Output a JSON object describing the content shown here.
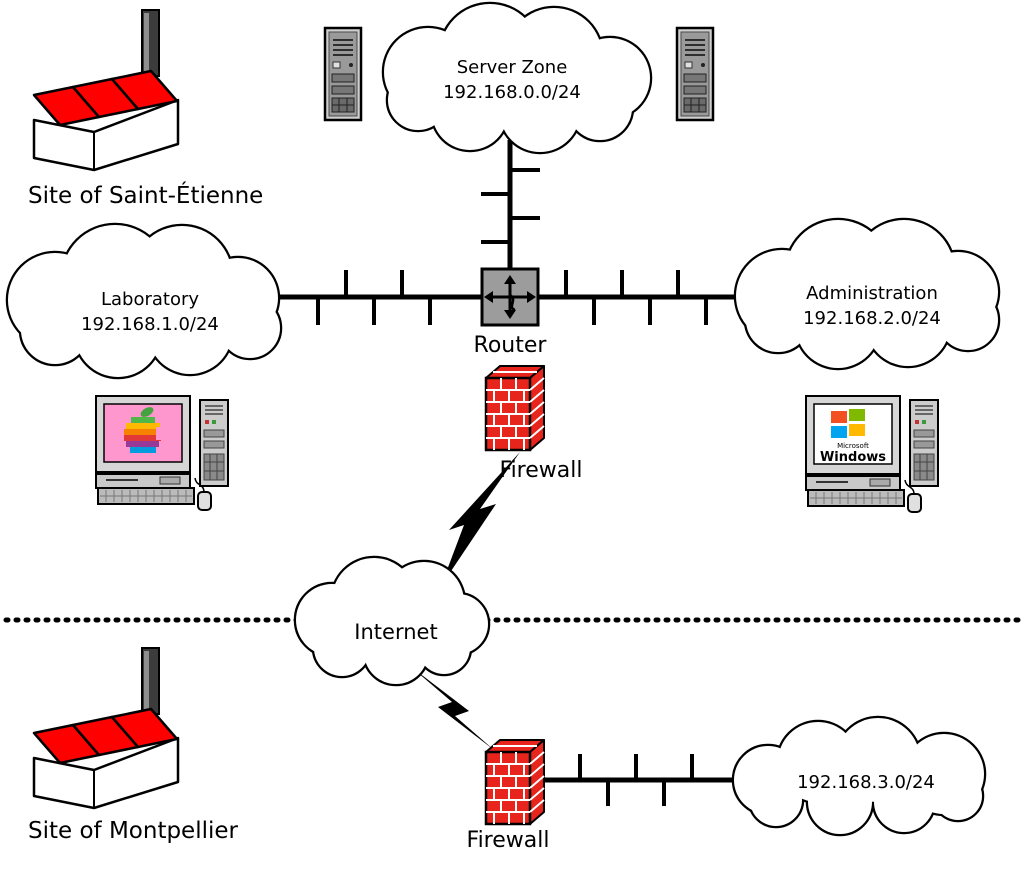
{
  "diagram": {
    "sites": {
      "saint_etienne": {
        "label": "Site of Saint-Étienne"
      },
      "montpellier": {
        "label": "Site of Montpellier"
      }
    },
    "networks": {
      "server_zone": {
        "name": "Server Zone",
        "subnet": "192.168.0.0/24"
      },
      "laboratory": {
        "name": "Laboratory",
        "subnet": "192.168.1.0/24"
      },
      "administration": {
        "name": "Administration",
        "subnet": "192.168.2.0/24"
      },
      "montpellier_lan": {
        "subnet": "192.168.3.0/24"
      },
      "internet": {
        "name": "Internet"
      }
    },
    "devices": {
      "router": {
        "label": "Router"
      },
      "firewall_saint_etienne": {
        "label": "Firewall"
      },
      "firewall_montpellier": {
        "label": "Firewall"
      }
    },
    "workstations": {
      "mac": {
        "screen_logo": "rainbow-apple-logo"
      },
      "windows": {
        "brand_small": "Microsoft",
        "brand_large": "Windows"
      }
    },
    "icons": {
      "factory": "factory-icon",
      "server_tower": "server-tower-icon",
      "router": "router-arrows-icon",
      "firewall": "brick-wall-icon",
      "lightning": "lightning-bolt-icon",
      "cloud": "network-cloud-icon"
    },
    "colors": {
      "factory_red": "#ff0000",
      "firewall_red": "#e8251d",
      "router_gray": "#9c9c9c",
      "mac_screen_pink": "#ff97cf",
      "apple_stripes": [
        "#4fb848",
        "#ffb900",
        "#f78200",
        "#e23838",
        "#973999",
        "#009cdf"
      ],
      "windows_flag": {
        "red": "#f25022",
        "green": "#7fba00",
        "blue": "#00a4ef",
        "yellow": "#ffb900"
      }
    }
  }
}
